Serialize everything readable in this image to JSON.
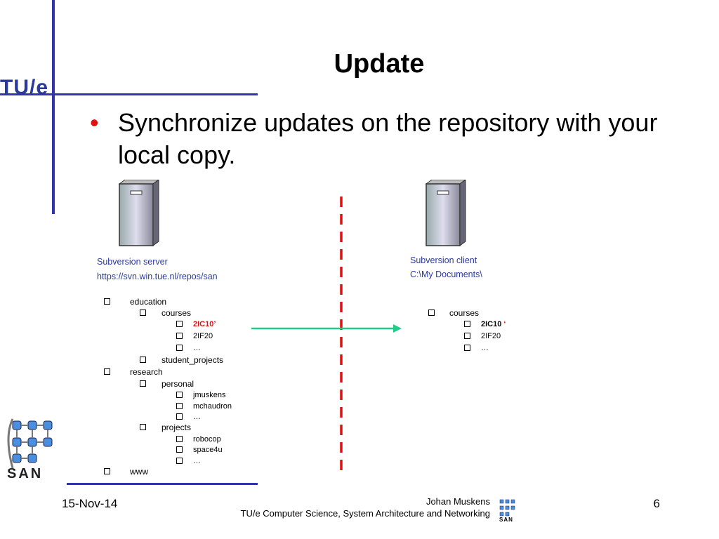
{
  "slide": {
    "title": "Update",
    "bullet": "Synchronize updates on the repository with your local copy."
  },
  "logo": {
    "text": "TU/e",
    "san": "SAN"
  },
  "server": {
    "label": "Subversion server",
    "url": "https://svn.win.tue.nl/repos/san"
  },
  "client": {
    "label": "Subversion client",
    "path": "C:\\My Documents\\"
  },
  "server_tree": [
    "education",
    "courses",
    "2IC10’",
    "2IF20",
    "…",
    "student_projects",
    "research",
    "personal",
    "jmuskens",
    "mchaudron",
    "…",
    "projects",
    "robocop",
    "space4u",
    "…",
    "www"
  ],
  "client_tree": {
    "courses": "courses",
    "item1": "2IC10",
    "item1_mark": "‘",
    "item2": "2IF20",
    "item3": "…"
  },
  "footer": {
    "date": "15-Nov-14",
    "author": "Johan Muskens",
    "course": "TU/e Computer Science, System Architecture and Networking",
    "page": "6"
  },
  "colors": {
    "accent": "#3333aa",
    "highlight": "#e01010",
    "arrow": "#22cc88",
    "divider": "#dd1111"
  }
}
